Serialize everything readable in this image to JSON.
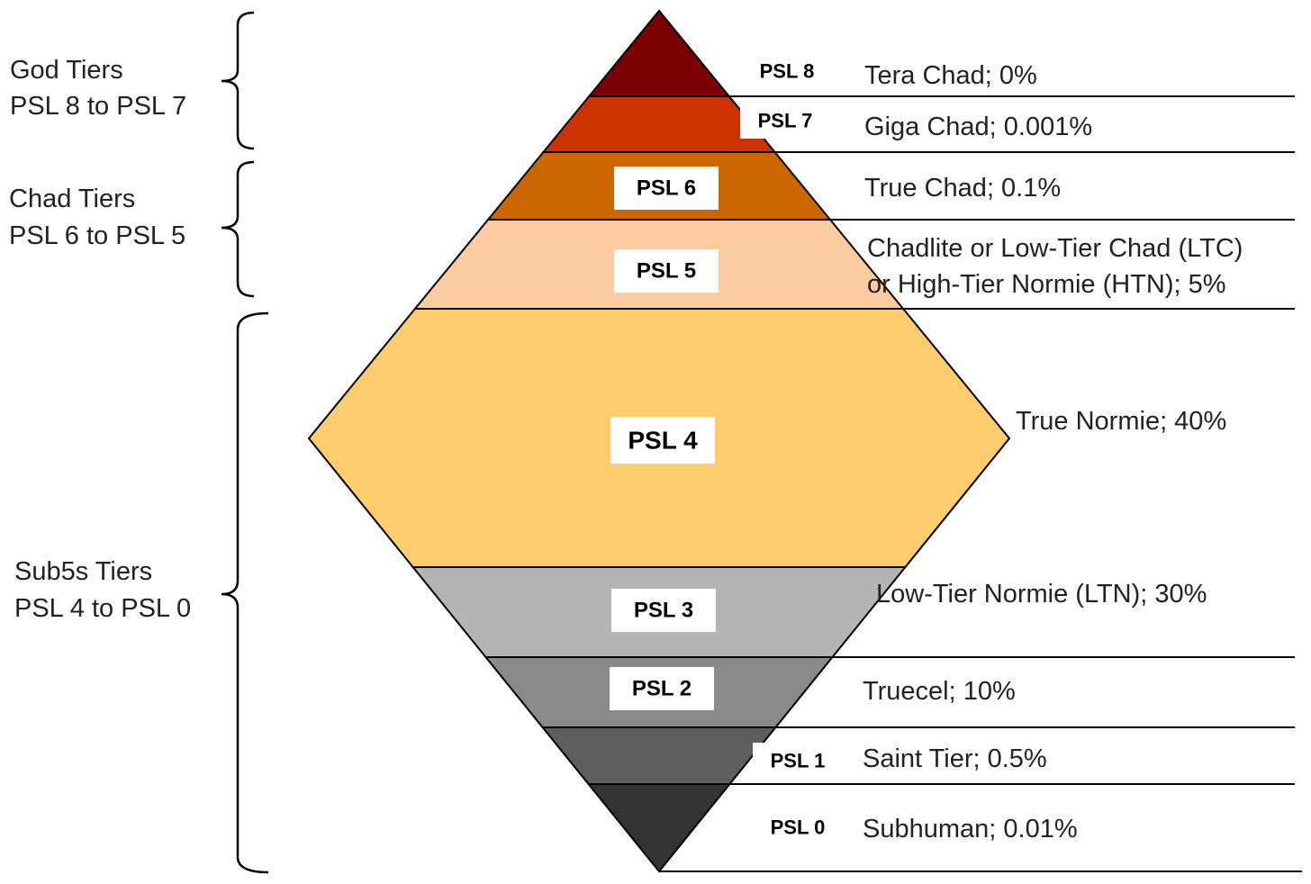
{
  "groups": [
    {
      "line1": "God Tiers",
      "line2": "PSL 8 to PSL 7"
    },
    {
      "line1": "Chad Tiers",
      "line2": "PSL 6 to PSL 5"
    },
    {
      "line1": "Sub5s Tiers",
      "line2": "PSL 4 to PSL 0"
    }
  ],
  "tiers": [
    {
      "psl": "PSL 8",
      "desc": [
        "Tera Chad; 0%"
      ],
      "color": "#7b0000"
    },
    {
      "psl": "PSL 7",
      "desc": [
        "Giga Chad; 0.001%"
      ],
      "color": "#cc3300"
    },
    {
      "psl": "PSL 6",
      "desc": [
        "True Chad; 0.1%"
      ],
      "color": "#cc6600"
    },
    {
      "psl": "PSL 5",
      "desc": [
        "Chadlite or Low-Tier Chad (LTC)",
        "or High-Tier Normie (HTN); 5%"
      ],
      "color": "#fdcba0"
    },
    {
      "psl": "PSL 4",
      "desc": [
        "True Normie; 40%"
      ],
      "color": "#fdcc6c"
    },
    {
      "psl": "PSL 3",
      "desc": [
        "Low-Tier Normie (LTN); 30%"
      ],
      "color": "#b4b4b4"
    },
    {
      "psl": "PSL 2",
      "desc": [
        "Truecel; 10%"
      ],
      "color": "#8a8a8a"
    },
    {
      "psl": "PSL 1",
      "desc": [
        "Saint Tier; 0.5%"
      ],
      "color": "#5e5e5e"
    },
    {
      "psl": "PSL 0",
      "desc": [
        "Subhuman; 0.01%"
      ],
      "color": "#333333"
    }
  ]
}
